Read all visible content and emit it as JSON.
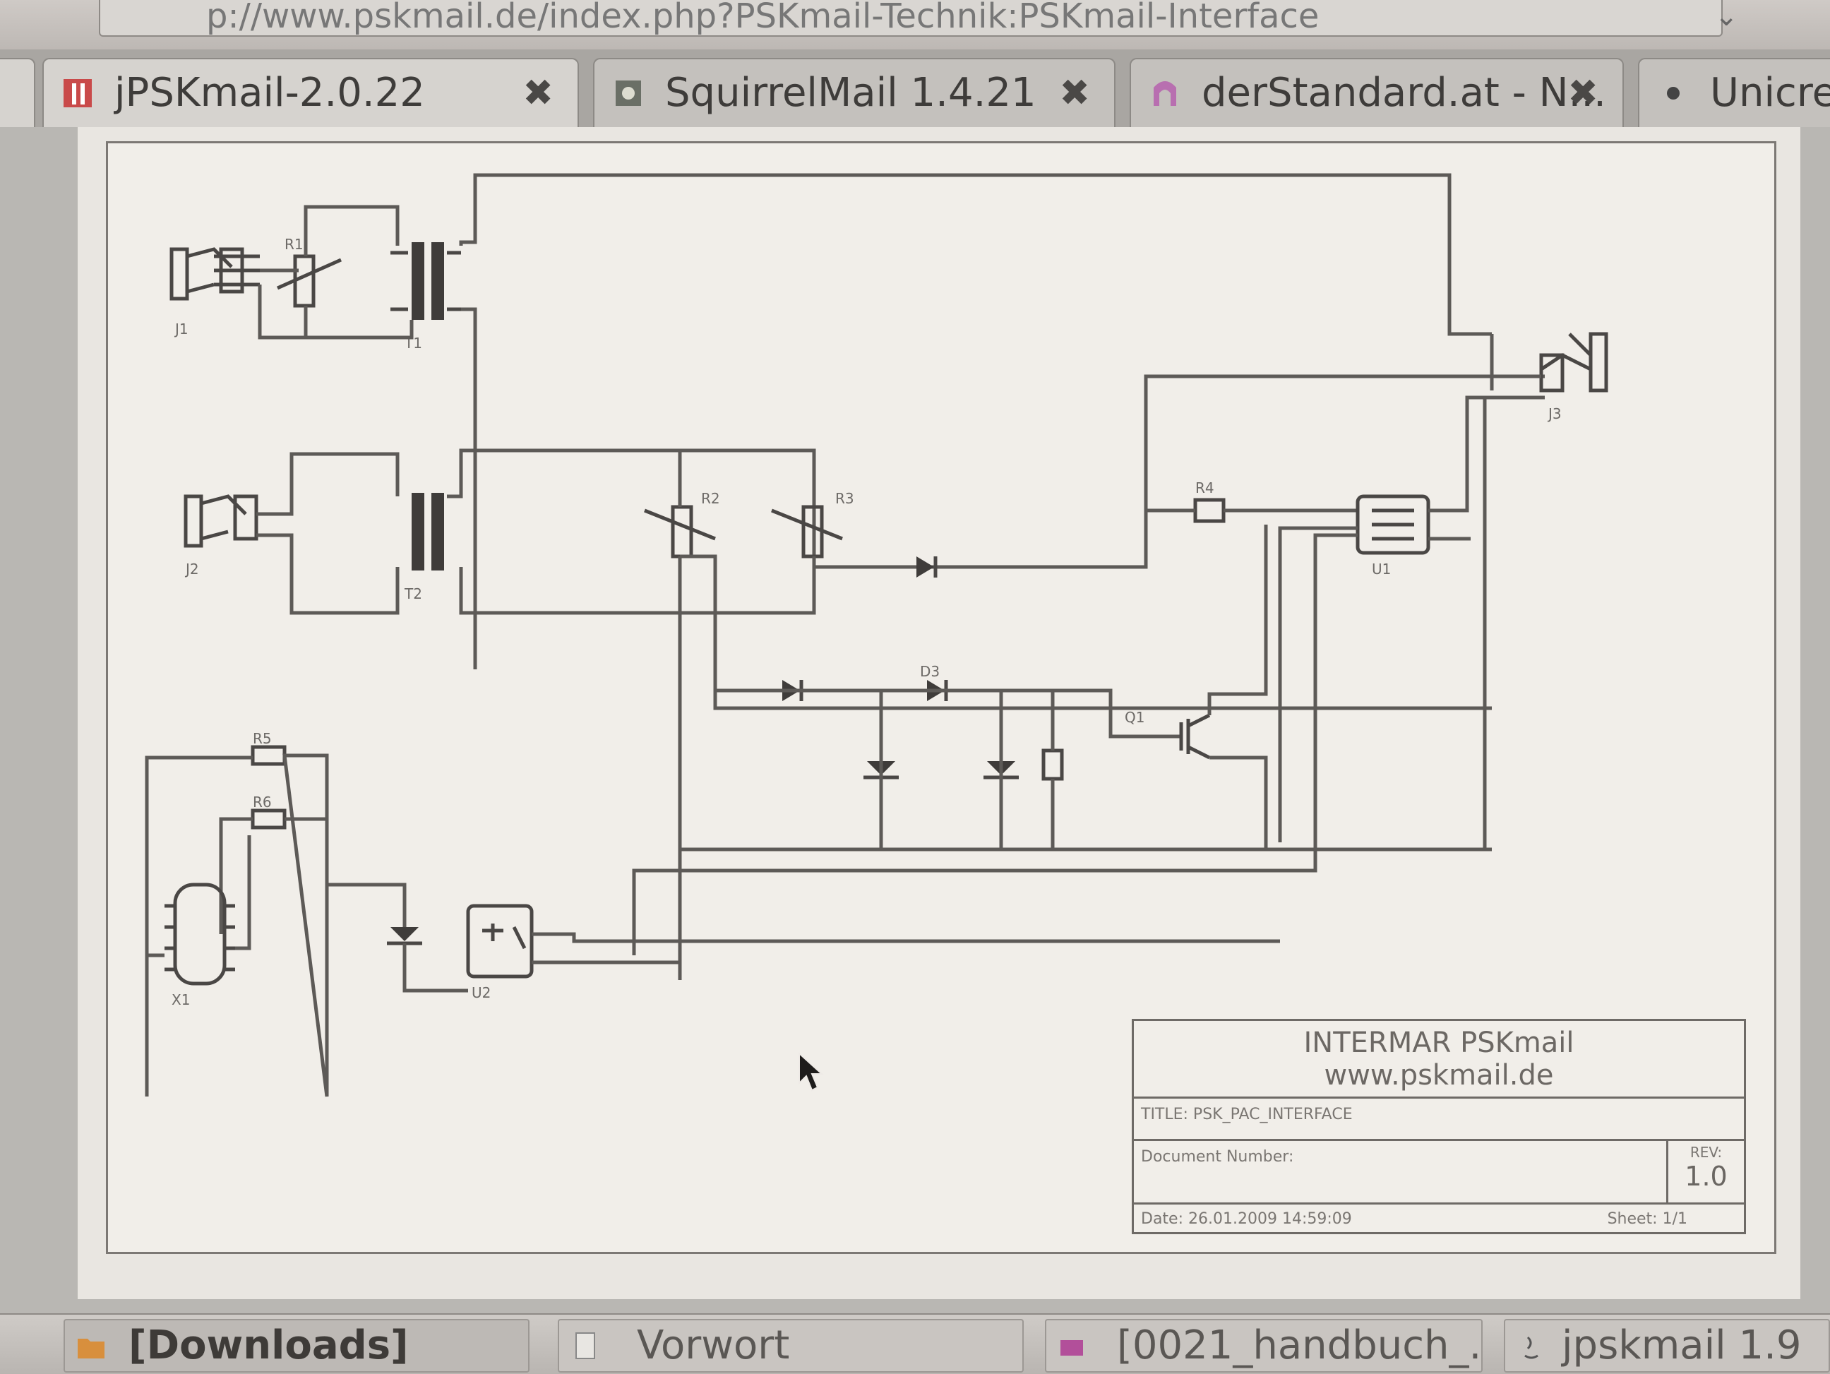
{
  "browser": {
    "url": "p://www.pskmail.de/index.php?PSKmail-Technik:PSKmail-Interface",
    "tabs": [
      {
        "label": "jPSKmail-2.0.22",
        "icon": "wiki-favicon-icon",
        "close": "✖",
        "active": true
      },
      {
        "label": "SquirrelMail 1.4.21",
        "icon": "squirrelmail-favicon-icon",
        "close": "✖",
        "active": false
      },
      {
        "label": "derStandard.at - N...",
        "icon": "derstandard-favicon-icon",
        "close": "✖",
        "active": false
      },
      {
        "label": "Unicre",
        "icon": "page-favicon-icon",
        "close": "",
        "active": false
      }
    ]
  },
  "titleblock": {
    "company": "INTERMAR PSKmail",
    "website": "www.pskmail.de",
    "title_field": "TITLE: PSK_PAC_INTERFACE",
    "document_field": "Document Number:",
    "rev_label": "REV:",
    "rev_value": "1.0",
    "date_field": "Date: 26.01.2009 14:59:09",
    "sheet_field": "Sheet: 1/1"
  },
  "taskbar": {
    "items": [
      {
        "label": "[Downloads]",
        "icon": "folder-icon",
        "active": true
      },
      {
        "label": "Vorwort",
        "icon": "document-icon",
        "active": false
      },
      {
        "label": "[0021_handbuch_...",
        "icon": "pdf-icon",
        "active": false
      },
      {
        "label": "jpskmail 1.9",
        "icon": "java-icon",
        "active": false
      }
    ]
  }
}
